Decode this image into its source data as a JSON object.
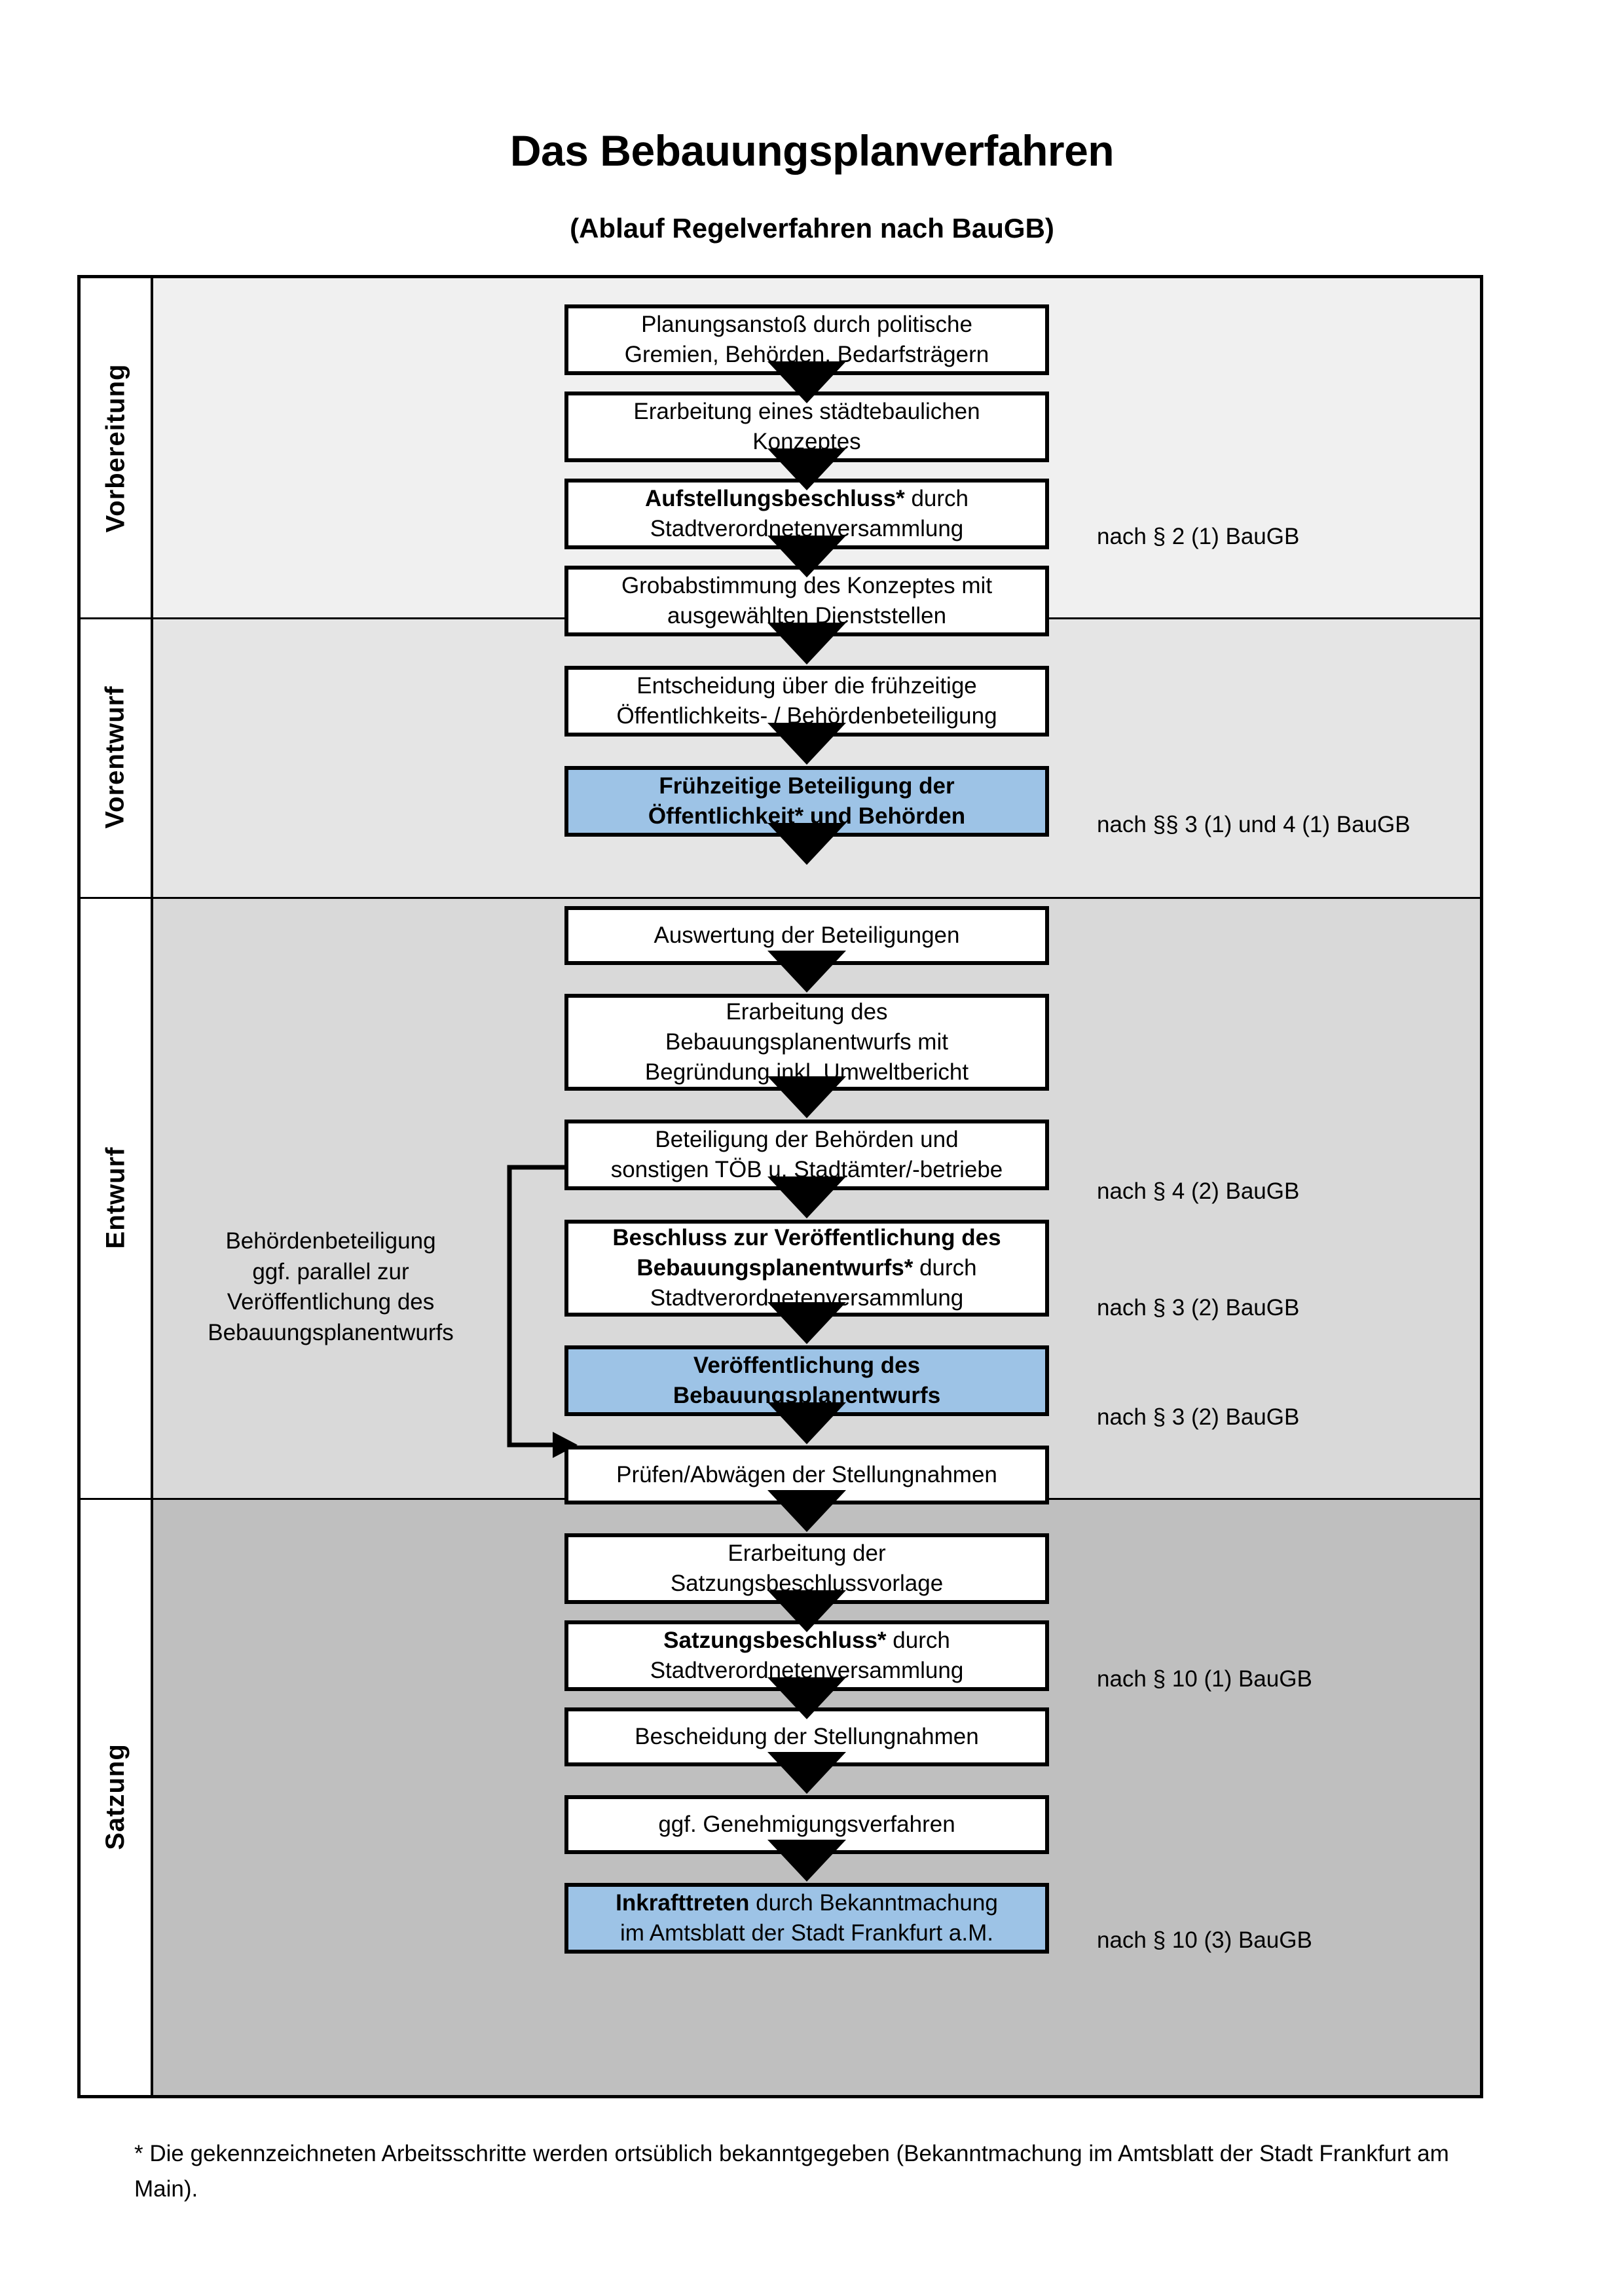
{
  "document": {
    "title": "Das Bebauungsplanverfahren",
    "subtitle": "(Ablauf Regelverfahren nach BauGB)",
    "footnote": "* Die gekennzeichneten Arbeitsschritte werden ortsüblich bekanntgegeben (Bekanntmachung im Amtsblatt  der Stadt Frankfurt am Main)."
  },
  "colors": {
    "highlight_blue": "#9DC3E6",
    "band_1": "#F0F0F0",
    "band_2": "#E5E5E5",
    "band_3": "#D9D9D9",
    "band_4": "#BFBFBF",
    "line": "#000000"
  },
  "phases": [
    {
      "label": "Vorbereitung"
    },
    {
      "label": "Vorentwurf"
    },
    {
      "label": "Entwurf"
    },
    {
      "label": "Satzung"
    }
  ],
  "sidenote": {
    "lines": [
      "Behördenbeteiligung",
      "ggf. parallel zur",
      "Veröffentlichung des",
      "Bebauungsplanentwurfs"
    ]
  },
  "steps": [
    {
      "id": "planungsanstoss",
      "phase": "Vorbereitung",
      "highlight": false,
      "lines": [
        {
          "text": "Planungsanstoß durch politische",
          "bold": false
        },
        {
          "text": "Gremien, Behörden, Bedarfsträgern",
          "bold": false
        }
      ]
    },
    {
      "id": "staedtebauliches-konzept",
      "phase": "Vorbereitung",
      "highlight": false,
      "lines": [
        {
          "text": "Erarbeitung eines städtebaulichen",
          "bold": false
        },
        {
          "text": "Konzeptes",
          "bold": false
        }
      ]
    },
    {
      "id": "aufstellungsbeschluss",
      "phase": "Vorbereitung",
      "highlight": false,
      "lines": [
        {
          "text": "Aufstellungsbeschluss*",
          "bold": true,
          "suffix": " durch"
        },
        {
          "text": "Stadtverordnetenversammlung",
          "bold": false
        }
      ]
    },
    {
      "id": "grobabstimmung",
      "phase": "Vorentwurf",
      "highlight": false,
      "lines": [
        {
          "text": "Grobabstimmung des Konzeptes mit",
          "bold": false
        },
        {
          "text": "ausgewählten Dienststellen",
          "bold": false
        }
      ]
    },
    {
      "id": "entscheidung-fruehzeitige",
      "phase": "Vorentwurf",
      "highlight": false,
      "lines": [
        {
          "text": "Entscheidung über die frühzeitige",
          "bold": false
        },
        {
          "text": "Öffentlichkeits- / Behördenbeteiligung",
          "bold": false
        }
      ]
    },
    {
      "id": "fruehzeitige-beteiligung",
      "phase": "Vorentwurf",
      "highlight": true,
      "lines": [
        {
          "text": "Frühzeitige Beteiligung der",
          "bold": true
        },
        {
          "text": "Öffentlichkeit* und Behörden",
          "bold": true
        }
      ]
    },
    {
      "id": "auswertung-beteiligungen",
      "phase": "Entwurf",
      "highlight": false,
      "lines": [
        {
          "text": "Auswertung der Beteiligungen",
          "bold": false
        }
      ]
    },
    {
      "id": "erarbeitung-entwurf",
      "phase": "Entwurf",
      "highlight": false,
      "lines": [
        {
          "text": "Erarbeitung des",
          "bold": false
        },
        {
          "text": "Bebauungsplanentwurfs mit",
          "bold": false
        },
        {
          "text": "Begründung inkl. Umweltbericht",
          "bold": false
        }
      ]
    },
    {
      "id": "beteiligung-behoerden",
      "phase": "Entwurf",
      "highlight": false,
      "lines": [
        {
          "text": "Beteiligung der Behörden und",
          "bold": false
        },
        {
          "text": "sonstigen TÖB u. Stadtämter/-betriebe",
          "bold": false
        }
      ]
    },
    {
      "id": "beschluss-veroeffentlichung",
      "phase": "Entwurf",
      "highlight": false,
      "lines": [
        {
          "text": "Beschluss zur Veröffentlichung des",
          "bold": true
        },
        {
          "text": "Bebauungsplanentwurfs*",
          "bold": true,
          "suffix": " durch"
        },
        {
          "text": "Stadtverordnetenversammlung",
          "bold": false
        }
      ]
    },
    {
      "id": "veroeffentlichung-entwurf",
      "phase": "Entwurf",
      "highlight": true,
      "lines": [
        {
          "text": "Veröffentlichung des",
          "bold": true
        },
        {
          "text": "Bebauungsplanentwurfs",
          "bold": true
        }
      ]
    },
    {
      "id": "pruefen-abwaegen",
      "phase": "Satzung",
      "highlight": false,
      "lines": [
        {
          "text": "Prüfen/Abwägen der Stellungnahmen",
          "bold": false
        }
      ]
    },
    {
      "id": "satzungsbeschlussvorlage",
      "phase": "Satzung",
      "highlight": false,
      "lines": [
        {
          "text": "Erarbeitung der",
          "bold": false
        },
        {
          "text": "Satzungsbeschlussvorlage",
          "bold": false
        }
      ]
    },
    {
      "id": "satzungsbeschluss",
      "phase": "Satzung",
      "highlight": false,
      "lines": [
        {
          "text": "Satzungsbeschluss*",
          "bold": true,
          "suffix": " durch"
        },
        {
          "text": "Stadtverordnetenversammlung",
          "bold": false
        }
      ]
    },
    {
      "id": "bescheidung-stellungnahmen",
      "phase": "Satzung",
      "highlight": false,
      "lines": [
        {
          "text": "Bescheidung der Stellungnahmen",
          "bold": false
        }
      ]
    },
    {
      "id": "genehmigungsverfahren",
      "phase": "Satzung",
      "highlight": false,
      "lines": [
        {
          "text": "ggf. Genehmigungsverfahren",
          "bold": false
        }
      ]
    },
    {
      "id": "inkrafttreten",
      "phase": "Satzung",
      "highlight": true,
      "lines": [
        {
          "text": "Inkrafttreten",
          "bold": true,
          "suffix": " durch Bekanntmachung"
        },
        {
          "text": "im Amtsblatt der Stadt Frankfurt a.M.",
          "bold": false
        }
      ]
    }
  ],
  "law_refs": [
    {
      "id": "ref-aufstellungsbeschluss",
      "text": "nach § 2 (1) BauGB"
    },
    {
      "id": "ref-fruehzeitige",
      "text": "nach §§ 3 (1) und 4 (1) BauGB"
    },
    {
      "id": "ref-behoerdenbeteiligung",
      "text": "nach § 4 (2) BauGB"
    },
    {
      "id": "ref-beschluss-veroeffentlichung",
      "text": "nach § 3 (2) BauGB"
    },
    {
      "id": "ref-veroeffentlichung",
      "text": "nach § 3 (2) BauGB"
    },
    {
      "id": "ref-satzungsbeschluss",
      "text": "nach § 10 (1) BauGB"
    },
    {
      "id": "ref-inkrafttreten",
      "text": "nach § 10 (3) BauGB"
    }
  ]
}
